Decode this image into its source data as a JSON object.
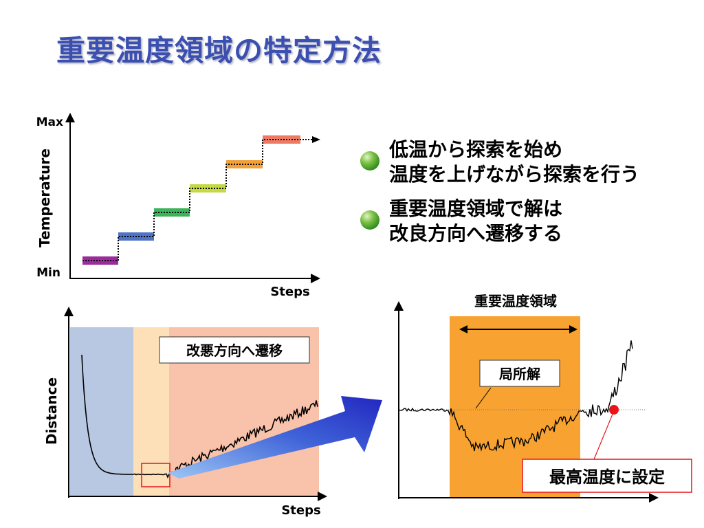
{
  "title": "重要温度領域の特定方法",
  "bullets": [
    {
      "lines": [
        "低温から探索を始め",
        "温度を上げながら探索を行う"
      ],
      "icon": "green-ball-icon"
    },
    {
      "lines": [
        "重要温度領域で解は",
        "改良方向へ遷移する"
      ],
      "icon": "green-ball-icon"
    }
  ],
  "temperature_diagram": {
    "y_max_label": "Max",
    "y_min_label": "Min",
    "y_axis_label": "Temperature",
    "x_axis_label": "Steps",
    "levels": [
      {
        "level": 1,
        "color": "#9b2c9b"
      },
      {
        "level": 2,
        "color": "#4f74c4"
      },
      {
        "level": 3,
        "color": "#3cb35a"
      },
      {
        "level": 4,
        "color": "#c5d845"
      },
      {
        "level": 5,
        "color": "#f2a13a"
      },
      {
        "level": 6,
        "color": "#ef7a64"
      }
    ]
  },
  "distance_diagram": {
    "y_axis_label": "Distance",
    "x_axis_label": "Steps",
    "callout": "改悪方向へ遷移",
    "region_colors": [
      "#b8c7e2",
      "#fde0b8",
      "#f9c2aa"
    ]
  },
  "zoom_diagram": {
    "region_label": "重要温度領域",
    "local_solution_label": "局所解",
    "set_max_label": "最高温度に設定",
    "region_color": "#f7a231",
    "marker_color": "#e8141a"
  }
}
